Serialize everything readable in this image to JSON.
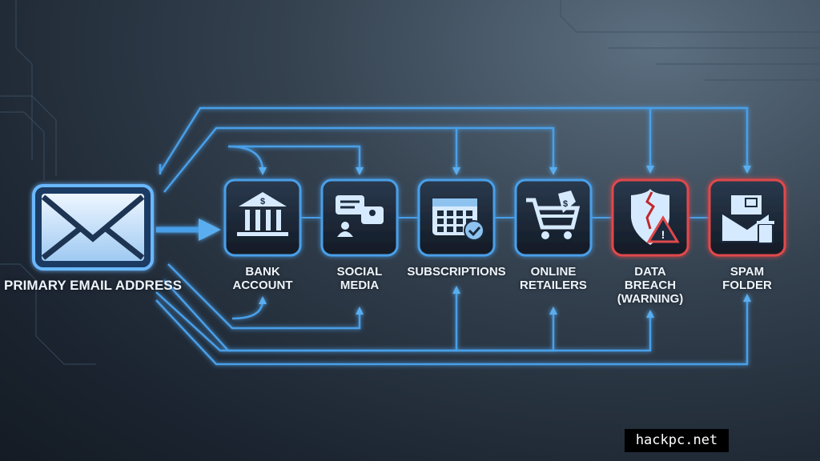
{
  "source": {
    "label": "Primary Email Address",
    "icon": "envelope-icon"
  },
  "nodes": [
    {
      "label": "Bank Account",
      "icon": "bank-icon",
      "status": "normal"
    },
    {
      "label": "Social Media",
      "icon": "chat-users-icon",
      "status": "normal"
    },
    {
      "label": "Subscriptions",
      "icon": "calendar-check-icon",
      "status": "normal"
    },
    {
      "label": "Online Retailers",
      "icon": "shopping-cart-icon",
      "status": "normal"
    },
    {
      "label": "Data Breach (Warning)",
      "icon": "broken-shield-warning-icon",
      "status": "warning"
    },
    {
      "label": "Spam Folder",
      "icon": "spam-mail-trash-icon",
      "status": "warning"
    }
  ],
  "colors": {
    "normal": "#4a9fe8",
    "warning": "#e0484c",
    "background": "#1b2430"
  },
  "watermark": "hackpc.net"
}
